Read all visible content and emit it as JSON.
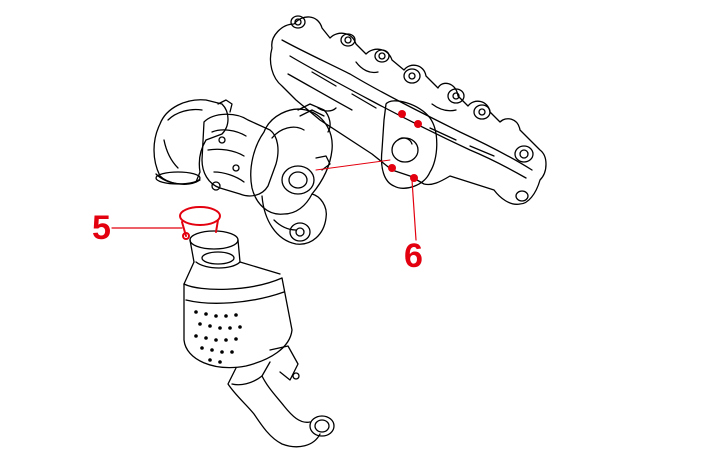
{
  "diagram": {
    "callouts": [
      {
        "id": "5",
        "label": "5"
      },
      {
        "id": "6",
        "label": "6"
      }
    ],
    "colors": {
      "line_art": "#000000",
      "highlight": "#e3000f",
      "background": "#ffffff"
    },
    "parts": [
      "exhaust-manifold",
      "turbocharger",
      "catalytic-converter",
      "exhaust-downpipe",
      "clamp-ring",
      "manifold-gasket"
    ]
  }
}
